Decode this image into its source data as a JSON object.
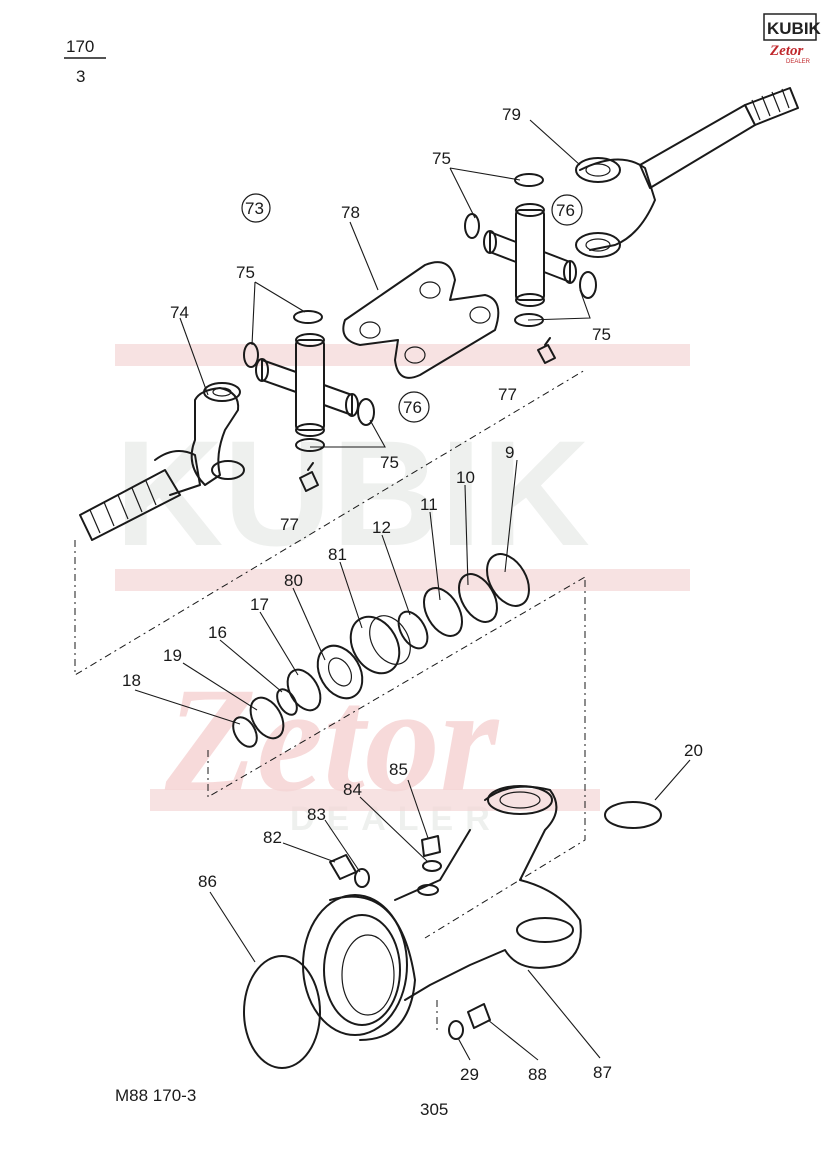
{
  "sheet": {
    "fraction_top": "170",
    "fraction_bottom": "3",
    "footer_code": "M88  170-3",
    "footer_page": "305"
  },
  "logo": {
    "brand": "KUBIK",
    "sub": "Zetor",
    "dealer": "DEALER"
  },
  "watermark": {
    "brand": "KUBIK",
    "sub": "Zetor",
    "dealer": "DEALER"
  },
  "callouts": {
    "c73": "73",
    "c74": "74",
    "c75a": "75",
    "c75b": "75",
    "c75c": "75",
    "c75d": "75",
    "c76a": "76",
    "c76b": "76",
    "c77a": "77",
    "c77b": "77",
    "c78": "78",
    "c79": "79",
    "c9": "9",
    "c10": "10",
    "c11": "11",
    "c12": "12",
    "c81": "81",
    "c80": "80",
    "c17": "17",
    "c16": "16",
    "c19": "19",
    "c18": "18",
    "c20": "20",
    "c85": "85",
    "c84": "84",
    "c83": "83",
    "c82": "82",
    "c86": "86",
    "c29": "29",
    "c88": "88",
    "c87": "87"
  }
}
